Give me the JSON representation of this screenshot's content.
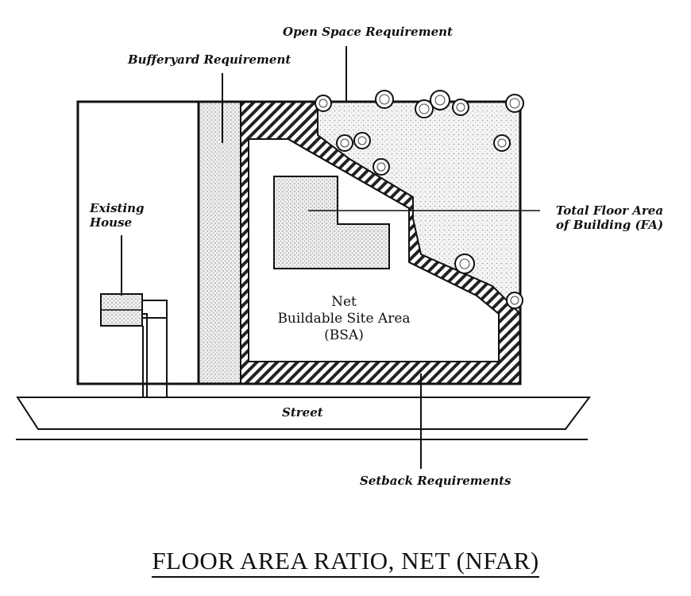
{
  "labels": {
    "open_space": "Open Space Requirement",
    "bufferyard": "Bufferyard Requirement",
    "existing_house_line1": "Existing",
    "existing_house_line2": "House",
    "total_floor_area_line1": "Total Floor Area",
    "total_floor_area_line2": "of Building (FA)",
    "net_bsa_line1": "Net",
    "net_bsa_line2": "Buildable Site Area",
    "net_bsa_line3": "(BSA)",
    "street": "Street",
    "setback": "Setback Requirements"
  },
  "caption": "FLOOR AREA RATIO, NET (NFAR)"
}
